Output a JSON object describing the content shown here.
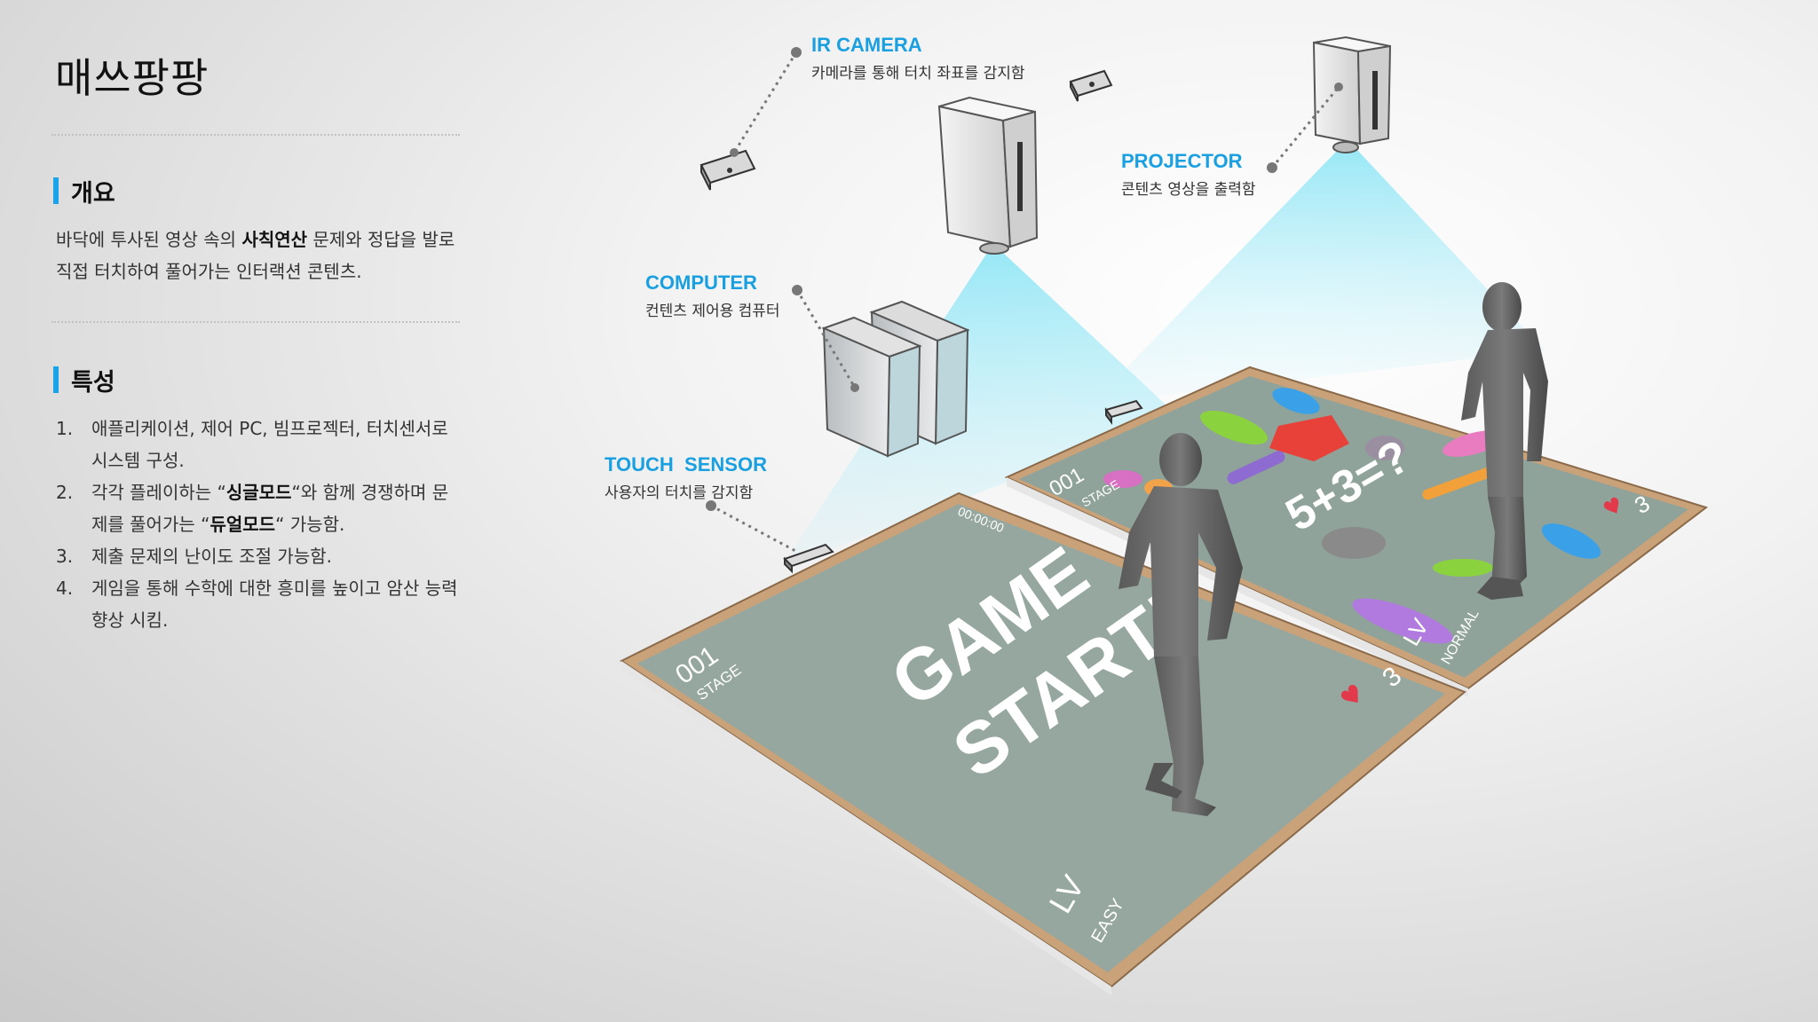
{
  "page_title": "매쓰팡팡",
  "overview": {
    "heading": "개요",
    "line1_pre": "바닥에 투사된 영상 속의 ",
    "line1_bold": "사칙연산",
    "line1_post": " 문제와 정답을 발로",
    "line2": "직접 터치하여 풀어가는 인터랙션 콘텐츠."
  },
  "features": {
    "heading": "특성",
    "items": [
      {
        "num": "1.",
        "line1": "애플리케이션, 제어 PC, 빔프로젝터, 터치센서로",
        "line2": "시스템 구성."
      },
      {
        "num": "2.",
        "line1_pre": "각각 플레이하는 “",
        "line1_bold": "싱글모드",
        "line1_post": "“와 함께 경쟁하며 문",
        "line2_pre": "제를 풀어가는 “",
        "line2_bold": "듀얼모드",
        "line2_post": "“ 가능함."
      },
      {
        "num": "3.",
        "line1": "제출 문제의 난이도 조절 가능함."
      },
      {
        "num": "4.",
        "line1": "게임을 통해 수학에 대한 흥미를 높이고 암산 능력",
        "line2": "향상 시킴."
      }
    ]
  },
  "labels": {
    "ir_camera": {
      "title": "IR CAMERA",
      "desc": "카메라를 통해 터치 좌표를 감지함"
    },
    "projector": {
      "title": "PROJECTOR",
      "desc": "콘텐츠 영상을 출력함"
    },
    "computer": {
      "title": "COMPUTER",
      "desc": "컨텐츠 제어용 컴퓨터"
    },
    "touch_sensor": {
      "title": "TOUCH  SENSOR",
      "desc": "사용자의 터치를 감지함"
    }
  },
  "floor_front": {
    "stage_num": "001",
    "stage_label": "STAGE",
    "timer": "00:00:00",
    "game_line1": "GAME",
    "game_line2": "START!",
    "lives": "3",
    "lv_label": "LV",
    "lv_value": "EASY"
  },
  "floor_back": {
    "stage_num": "001",
    "stage_label": "STAGE",
    "equation": "5+3=?",
    "lives": "3",
    "lv_label": "LV",
    "lv_value": "NORMAL"
  },
  "colors": {
    "accent": "#1aa3e8",
    "label_blue": "#1aa0e0",
    "floor_screen": "#8fa39a",
    "floor_frame": "#c9a27a",
    "beam": "#9ee8f5"
  }
}
